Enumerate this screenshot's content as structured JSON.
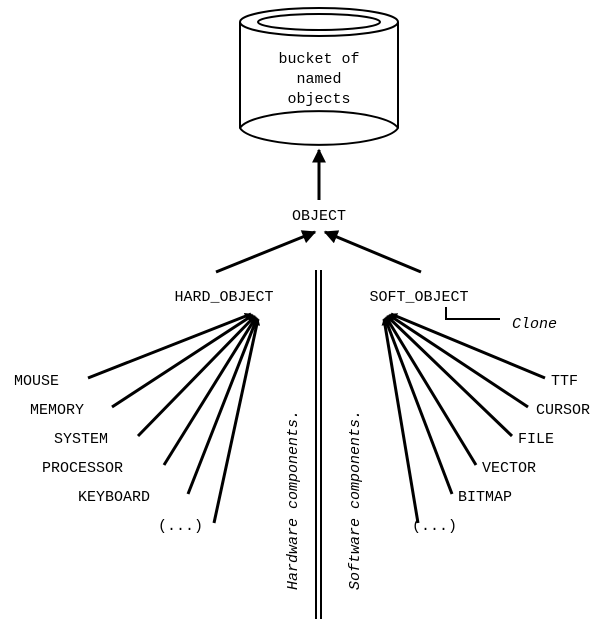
{
  "bucket": {
    "line1": "bucket of",
    "line2": "named",
    "line3": "objects"
  },
  "object": "OBJECT",
  "hard_object": "HARD_OBJECT",
  "soft_object": "SOFT_OBJECT",
  "clone": "Clone",
  "hardware_components": "Hardware components.",
  "software_components": "Software components.",
  "hardware_items": [
    "MOUSE",
    "MEMORY",
    "SYSTEM",
    "PROCESSOR",
    "KEYBOARD",
    "(...)"
  ],
  "software_items": [
    "TTF",
    "CURSOR",
    "FILE",
    "VECTOR",
    "BITMAP",
    "(...)"
  ]
}
